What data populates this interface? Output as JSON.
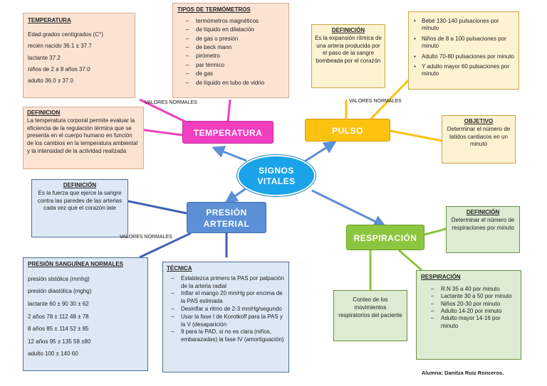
{
  "center": {
    "line1": "SIGNOS",
    "line2": "VITALES"
  },
  "temperatura": {
    "node": "TEMPERATURA",
    "normales_box": {
      "title": "TEMPERATURA",
      "lines": [
        "Edad grados centígrados (C°)",
        "recién nacido 36.1 ± 37.7",
        "lactante 37.2",
        "niños de 2 a 8 años 37.0",
        "adulto 36.0 ± 37.0"
      ]
    },
    "tipos": {
      "title": "TIPOS DE TERMÓMETROS",
      "items": [
        "termómetros magnéticos",
        "de líquido en dilatación",
        "de gas o presión",
        "de beck mann",
        "pirómetro",
        "par térmico",
        "de gas",
        "de líquido en tubo de vidrio"
      ]
    },
    "definicion": {
      "title": "DEFINICION",
      "text": "La temperatura corporal permite evaluar la eficiencia de la regulación térmica que se presenta en el cuerpo humano en función de los cambios en la temperatura ambiental y la intensidad de la actividad realizada"
    },
    "label_normales": "VALORES NORMALES"
  },
  "pulso": {
    "node": "PULSO",
    "definicion": {
      "title": "DEFINICIÓN",
      "text": "Es la expansión rítmica de una arteria producida por el paso de la sangre bombeada por el corazón"
    },
    "valores": [
      "Bebé 130-140 pulsaciones por minuto",
      "Niños de 8 a 100 pulsaciones por minuto",
      "Adulto 70-80 pulsaciones por minuto",
      "Y adulto mayor 60 pulsaciones por minuto"
    ],
    "objetivo": {
      "title": "OBJETIVO",
      "text": "Determinar el número de latidos cardiacos en un minuto"
    },
    "label_normales": "VALORES NORMALES"
  },
  "presion": {
    "node_line1": "PRESIÓN",
    "node_line2": "ARTERIAL",
    "definicion": {
      "title": "DEFINICIÓN",
      "text": "Es la fuerza que ejerce la sangre contra las paredes de las arterias cada vez que el corazón late"
    },
    "sanguinea": {
      "title": "PRESIÓN SANGUÍNEA NORMALES",
      "lines": [
        "presión sistólica (mmhg)",
        "presión diastólica (mghg)",
        "lactante 60 ± 90 30 ± 62",
        "2 años 78 ± 112 48 ± 78",
        "8 años 85 ± 114 52 ± 85",
        "12 años 95 ± 135 58 ±80",
        "adulto 100 ± 140 60"
      ]
    },
    "tecnica": {
      "title": "TÉCNICA",
      "items": [
        "Establezca primero la PAS por palpación de la arteria radial",
        "Inflar el mango 20 mmHg por encima de la PAS estimada",
        "Desinflar a ritmo de 2-3 mmHg/segundo",
        "Usar la fase I de Korotkoff para la PAS y la V (desaparición",
        "9 para la PAD, si no es clara (niños, embarazadas) la fase IV (amortiguación)"
      ]
    },
    "label_normales": "VALORES NORMALES"
  },
  "respiracion": {
    "node": "RESPIRACIÓN",
    "definicion": {
      "title": "DEFINICIÓN",
      "text": "Determinar el número de respiraciones por minuto"
    },
    "conteo": "Conteo de los movimientos respiratorios del paciente",
    "valores": {
      "title": "RESPIRACIÓN",
      "items": [
        "R.N 35 a 40 por minuto",
        "Lactante 30 a 50 por minuto",
        "Niños 20-30 por minuto",
        "Adulto 14-20 por minuto",
        "Adulto mayor 14-16 por minuto"
      ]
    }
  },
  "alumna": "Alumna: Danitza Ruiz Ronceros.",
  "colors": {
    "pink": "#f23fc0",
    "yellow": "#fcc210",
    "blue_node": "#5b8fd6",
    "green_node": "#8cc63f",
    "center": "#1aa3e8"
  }
}
